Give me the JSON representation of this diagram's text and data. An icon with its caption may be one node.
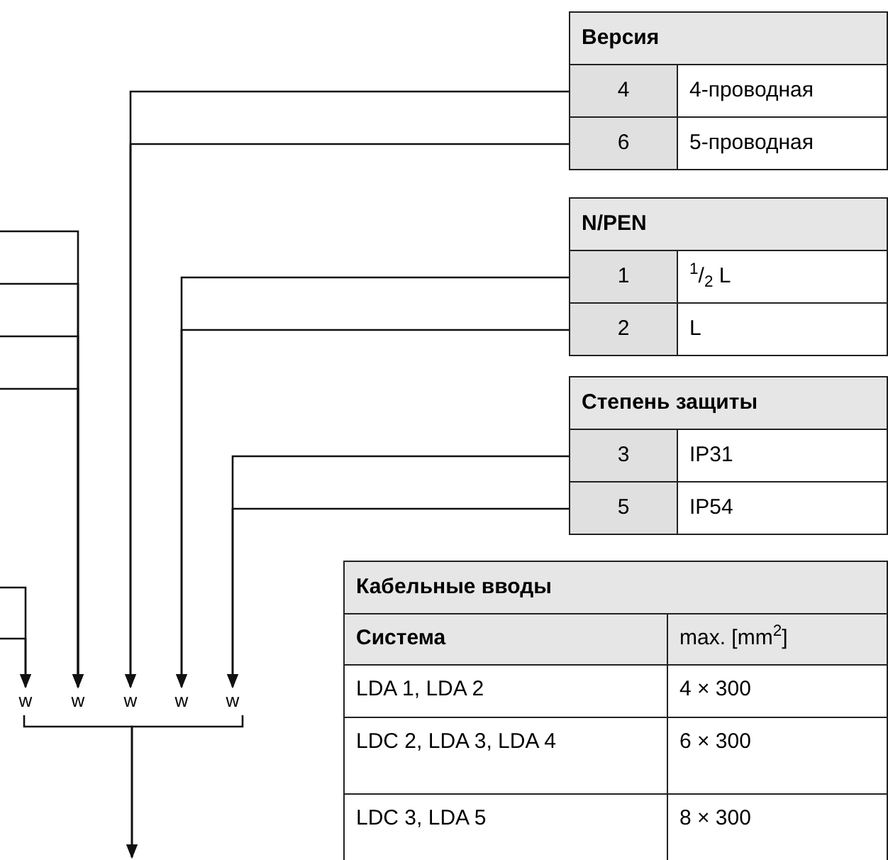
{
  "diagram": {
    "nodes": [
      {
        "text": [
          "Версия"
        ]
      },
      {
        "text": [
          "4",
          "4-проводная"
        ],
        "in": 0
      },
      {
        "text": [
          "6",
          "5-проводная"
        ],
        "in": 0
      },
      {
        "text": [
          "N/PEN"
        ]
      },
      {
        "text": [
          "1",
          "$^{1}$/$_{2}$ L"
        ],
        "in": 3
      },
      {
        "text": [
          "2",
          "L"
        ],
        "in": 3
      },
      {
        "text": [
          "Степень защиты"
        ]
      },
      {
        "text": [
          "3",
          "IP31"
        ],
        "in": 6
      },
      {
        "text": [
          "5",
          "IP54"
        ],
        "in": 6
      },
      {
        "text": [
          "Кабельные вводы",
          "Система",
          "max. [mm$^{2}$]",
          "LDA 1, LDA 2",
          "4 × 300",
          "LDC 2, LDA 3, LDA 4",
          "6 × 300",
          "LDC 3, LDA 5",
          "8 × 300"
        ]
      },
      {
        "text": [
          "w"
        ]
      },
      {
        "text": [
          "w"
        ]
      },
      {
        "text": [
          "w"
        ]
      },
      {
        "text": [
          "w"
        ]
      },
      {
        "text": [
          "w"
        ]
      }
    ],
    "edges": [
      {
        "from": null,
        "to": 11,
        "arrow": "to"
      },
      {
        "from": null,
        "to": 11,
        "arrow": "to"
      },
      {
        "from": null,
        "to": 11,
        "arrow": "to"
      },
      {
        "from": null,
        "to": 11,
        "arrow": "to"
      },
      {
        "from": 1,
        "to": 12,
        "arrow": "to"
      },
      {
        "from": 2,
        "to": 12,
        "arrow": "to"
      },
      {
        "from": 4,
        "to": 13,
        "arrow": "to"
      },
      {
        "from": 5,
        "to": 13,
        "arrow": "to"
      },
      {
        "from": 7,
        "to": 14,
        "arrow": "to"
      },
      {
        "from": 8,
        "to": 14,
        "arrow": "to"
      },
      {
        "from": null,
        "to": 10,
        "arrow": "to"
      },
      {
        "from": null,
        "to": 10,
        "arrow": "to"
      },
      {
        "from": 10,
        "to": null,
        "arrow": "to"
      },
      {
        "from": 14,
        "to": null,
        "arrow": "to"
      }
    ]
  }
}
